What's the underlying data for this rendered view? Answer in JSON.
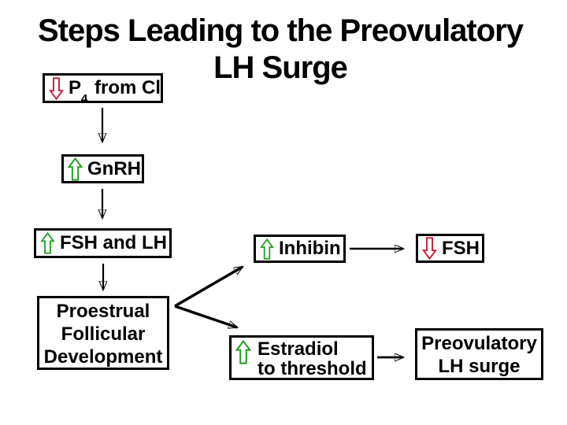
{
  "slide": {
    "title": {
      "line1": "Steps Leading to the Preovulatory",
      "line2": "LH Surge"
    },
    "colors": {
      "background": "#ffffff",
      "text": "#000000",
      "line": "#000000",
      "increase_arrow": "#1fa11f",
      "decrease_arrow": "#c41f3e"
    },
    "boxes": {
      "p4": {
        "direction": "decrease",
        "label_prefix": "P",
        "label_subscript": "4",
        "label_suffix": "from Cl"
      },
      "gnrh": {
        "direction": "increase",
        "label": "GnRH"
      },
      "fsh_lh": {
        "direction": "increase",
        "label": "FSH and LH"
      },
      "proestrual": {
        "line1": "Proestrual",
        "line2": "Follicular",
        "line3": "Development"
      },
      "inhibin": {
        "direction": "increase",
        "label": "Inhibin"
      },
      "fsh": {
        "direction": "decrease",
        "label": "FSH"
      },
      "estradiol": {
        "direction": "increase",
        "line1": "Estradiol",
        "line2": "to threshold"
      },
      "preovulatory": {
        "line1": "Preovulatory",
        "line2": "LH surge"
      }
    },
    "flow": [
      "P4 from Cl -> GnRH",
      "GnRH -> FSH and LH",
      "FSH and LH -> Proestrual Follicular Development",
      "Proestrual Follicular Development -> Inhibin",
      "Proestrual Follicular Development -> Estradiol to threshold",
      "Inhibin -> FSH",
      "Estradiol to threshold -> Preovulatory LH surge"
    ]
  }
}
